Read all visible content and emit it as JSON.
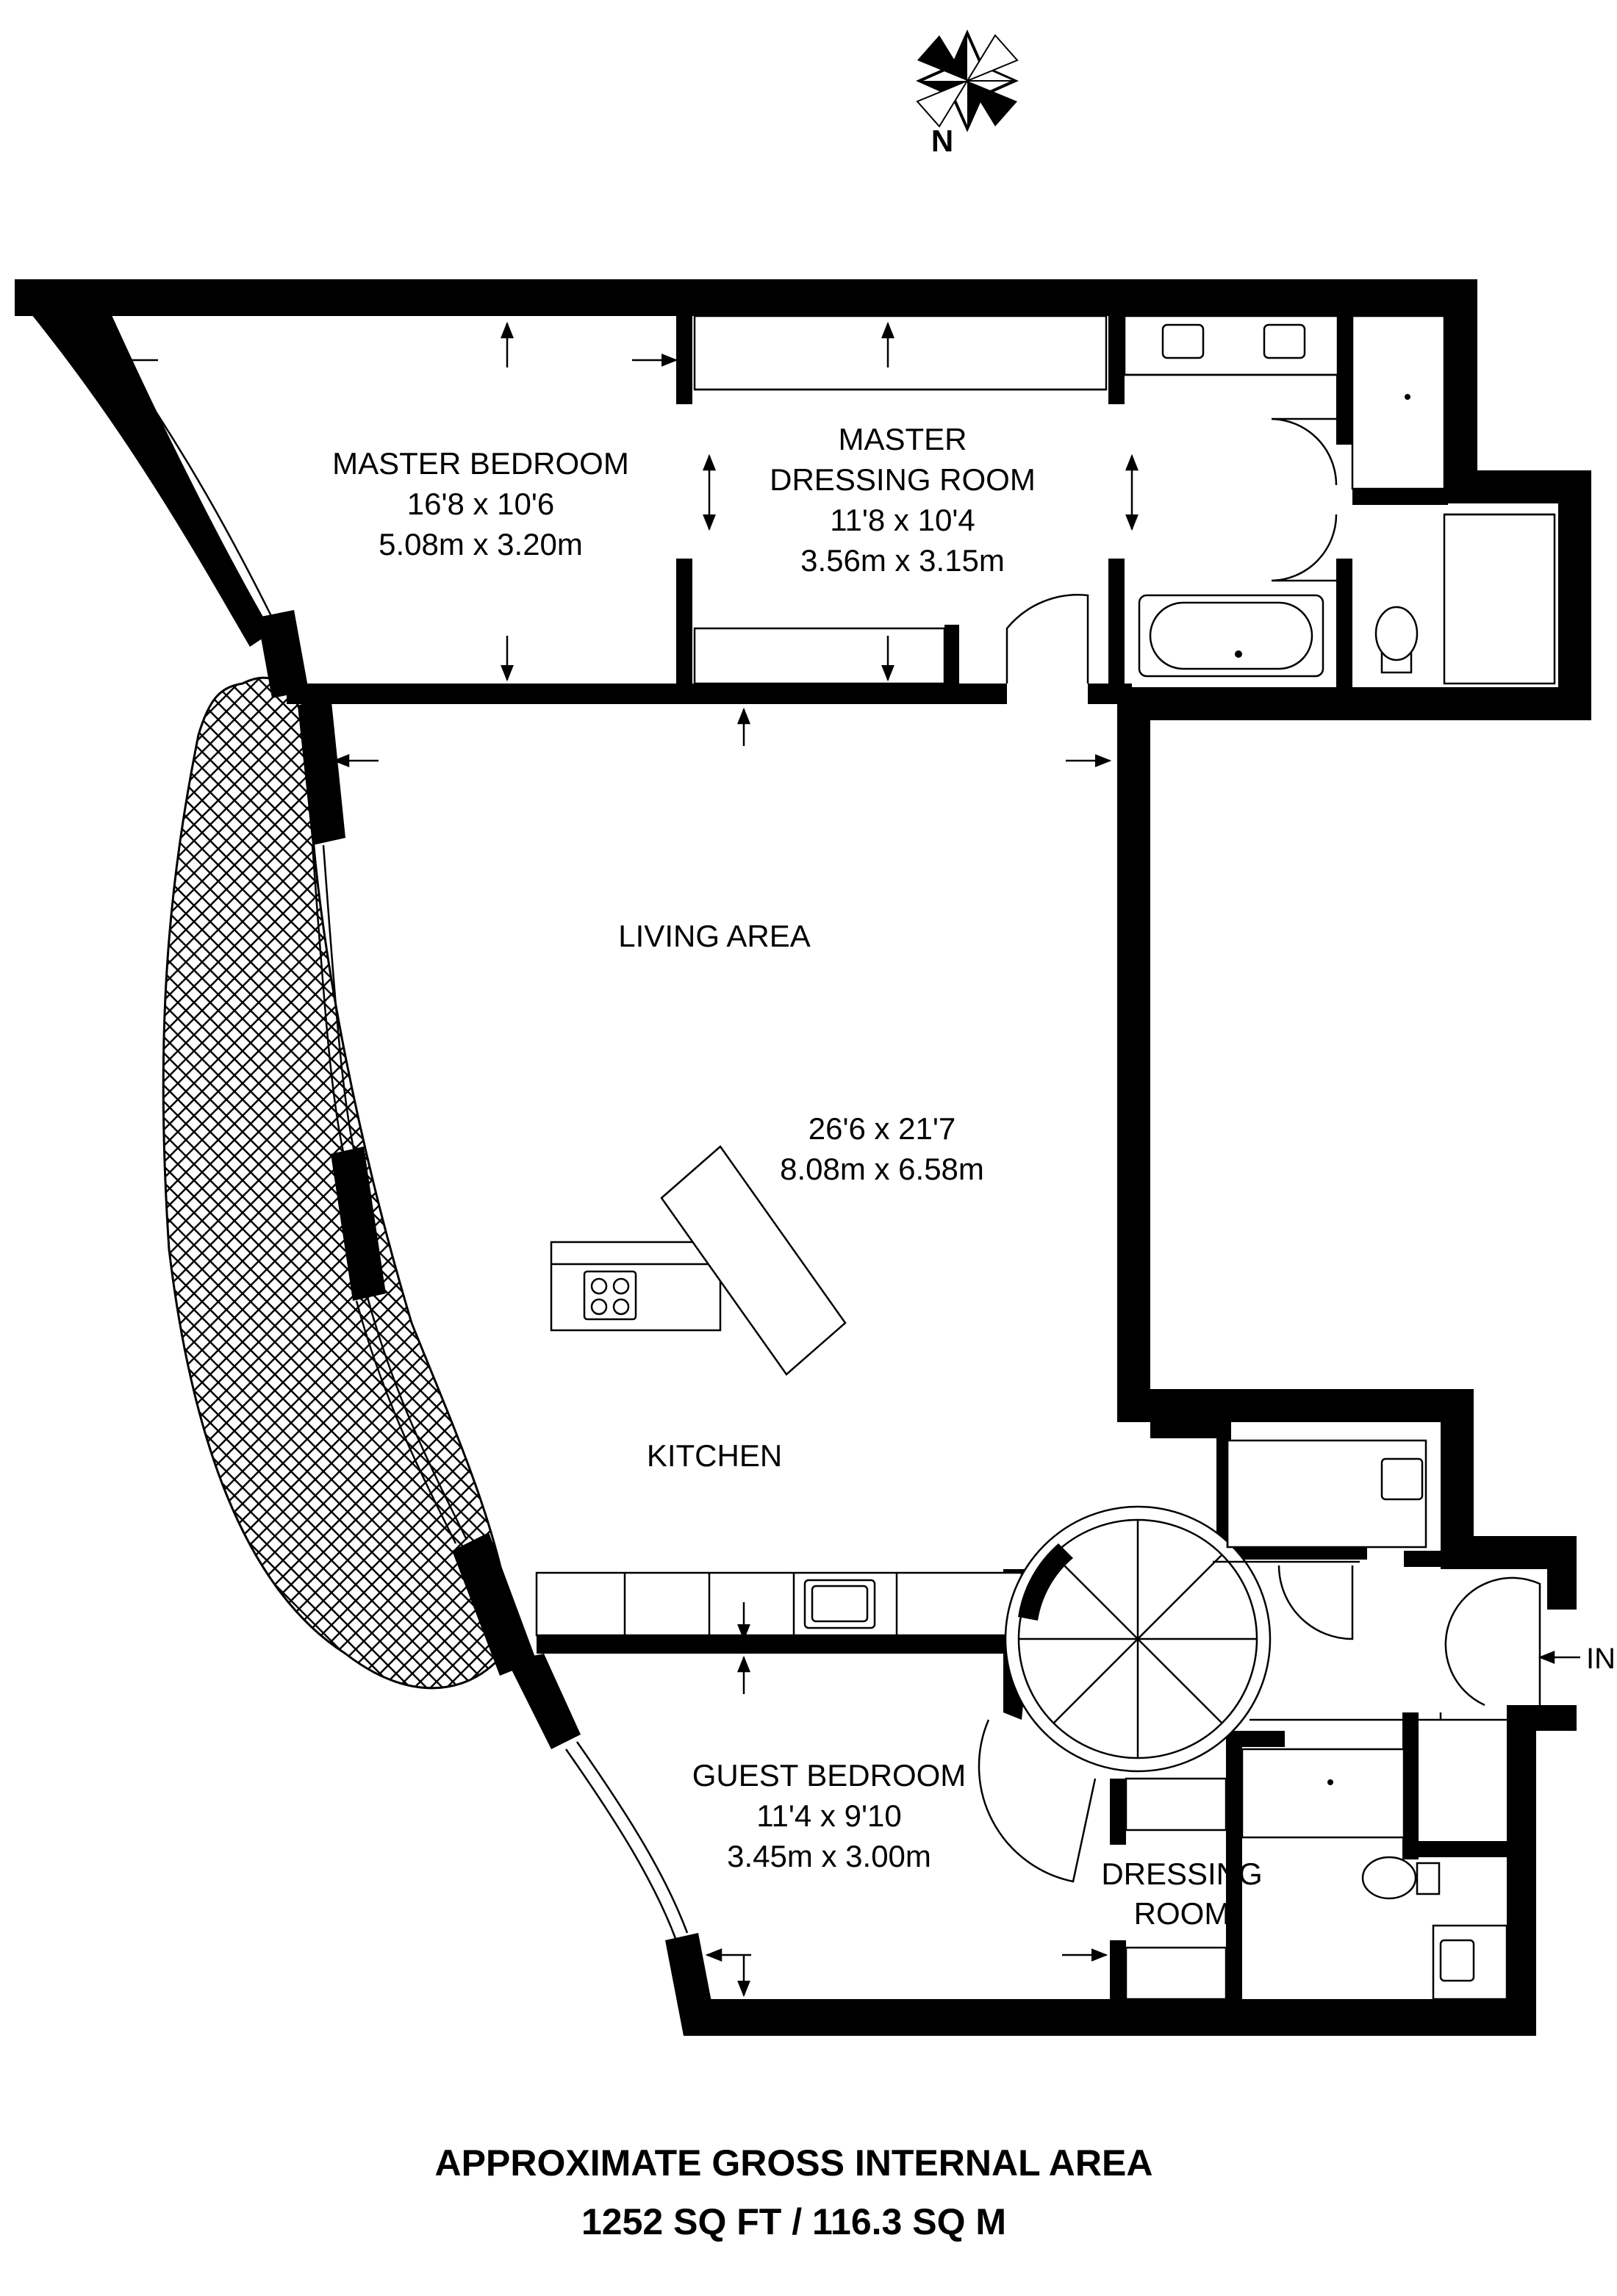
{
  "compass": {
    "label": "N"
  },
  "rooms": {
    "master_bedroom": {
      "name": "MASTER BEDROOM",
      "imperial": "16'8 x 10'6",
      "metric": "5.08m x 3.20m"
    },
    "master_dressing": {
      "name_line1": "MASTER",
      "name_line2": "DRESSING ROOM",
      "imperial": "11'8 x 10'4",
      "metric": "3.56m x 3.15m"
    },
    "living": {
      "name": "LIVING AREA",
      "imperial": "26'6 x 21'7",
      "metric": "8.08m x 6.58m"
    },
    "kitchen": {
      "name": "KITCHEN"
    },
    "guest_bedroom": {
      "name": "GUEST BEDROOM",
      "imperial": "11'4 x 9'10",
      "metric": "3.45m x 3.00m"
    },
    "dressing_room": {
      "name_line1": "DRESSING",
      "name_line2": "ROOM"
    }
  },
  "entrance": {
    "label": "IN"
  },
  "gross_area": {
    "line1": "APPROXIMATE GROSS INTERNAL AREA",
    "line2": "1252 SQ FT / 116.3 SQ M"
  }
}
